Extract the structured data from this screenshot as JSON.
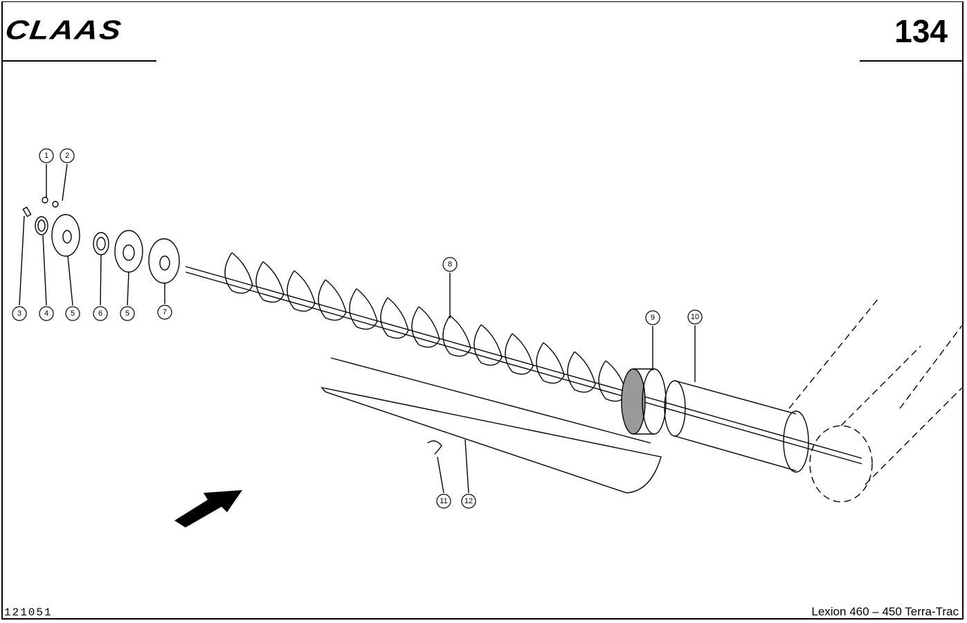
{
  "header": {
    "brand": "CLAAS",
    "page_number": "134"
  },
  "footer": {
    "reference": "121051",
    "model": "Lexion 460 – 450 Terra-Trac"
  },
  "callouts": [
    "1",
    "2",
    "3",
    "4",
    "5",
    "6",
    "5",
    "7",
    "8",
    "9",
    "10",
    "11",
    "12"
  ]
}
